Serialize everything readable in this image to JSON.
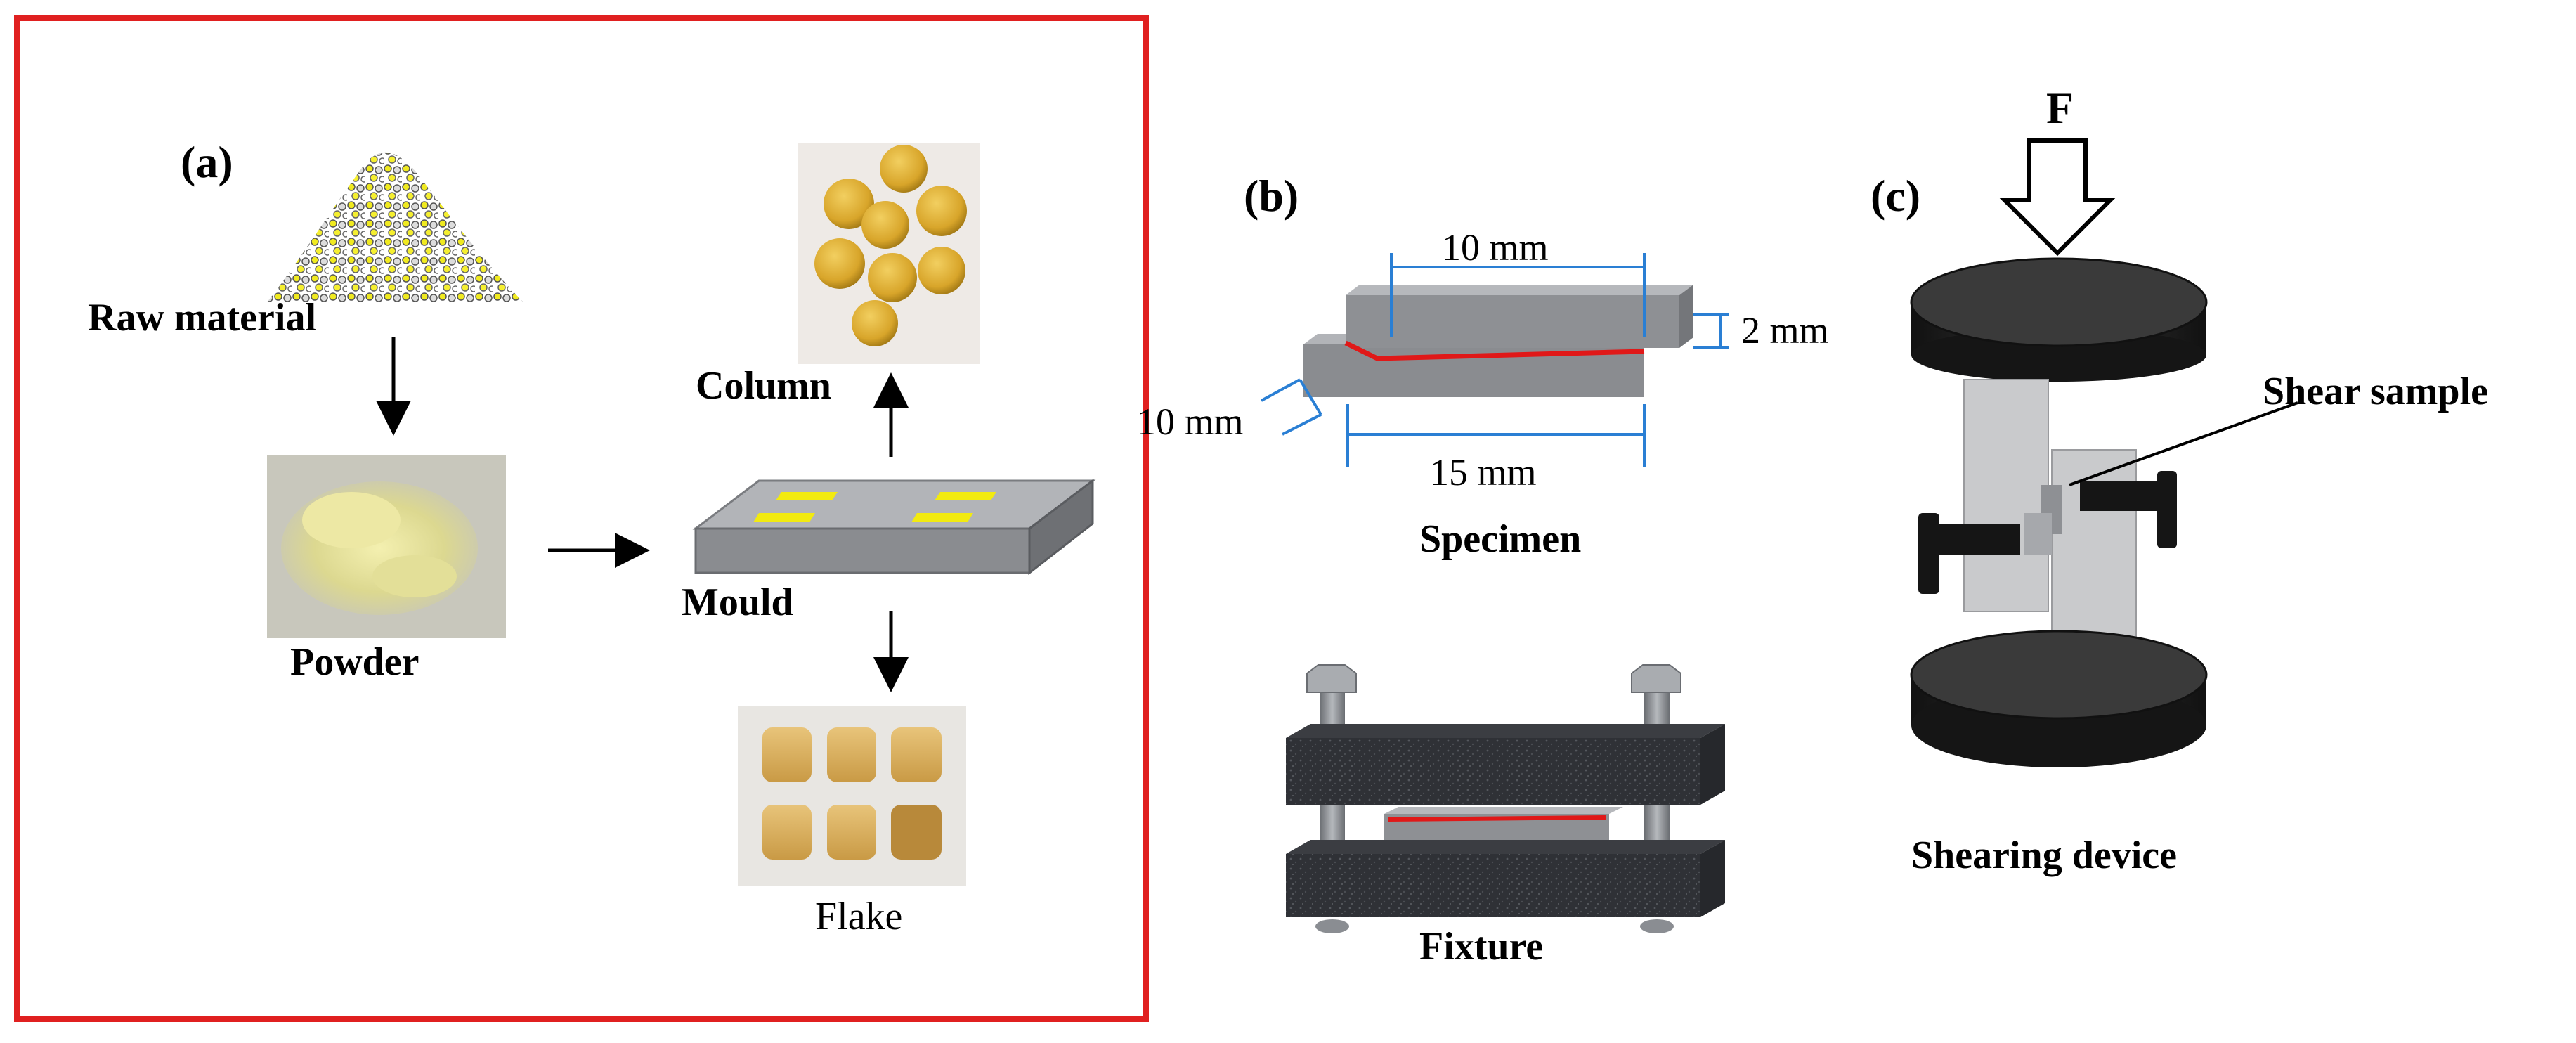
{
  "panels": {
    "a": "(a)",
    "b": "(b)",
    "c": "(c)"
  },
  "labels": {
    "raw_material": "Raw material",
    "powder": "Powder",
    "mould": "Mould",
    "column": "Column",
    "flake": "Flake",
    "specimen": "Specimen",
    "fixture": "Fixture",
    "shearing_device": "Shearing device",
    "shear_sample": "Shear sample",
    "force": "F"
  },
  "dimensions": {
    "length_top": "10 mm",
    "thickness": "2 mm",
    "width": "10 mm",
    "length_bottom": "15 mm"
  },
  "colors": {
    "frame": "#e02020",
    "bond_line": "#e01818",
    "dimension": "#2a7fd4",
    "mould_pad": "#f2ea10",
    "specimen_gray": "#8a8c90",
    "clamp_dark": "#2f3136",
    "platen_dark": "#3a3a3a"
  }
}
